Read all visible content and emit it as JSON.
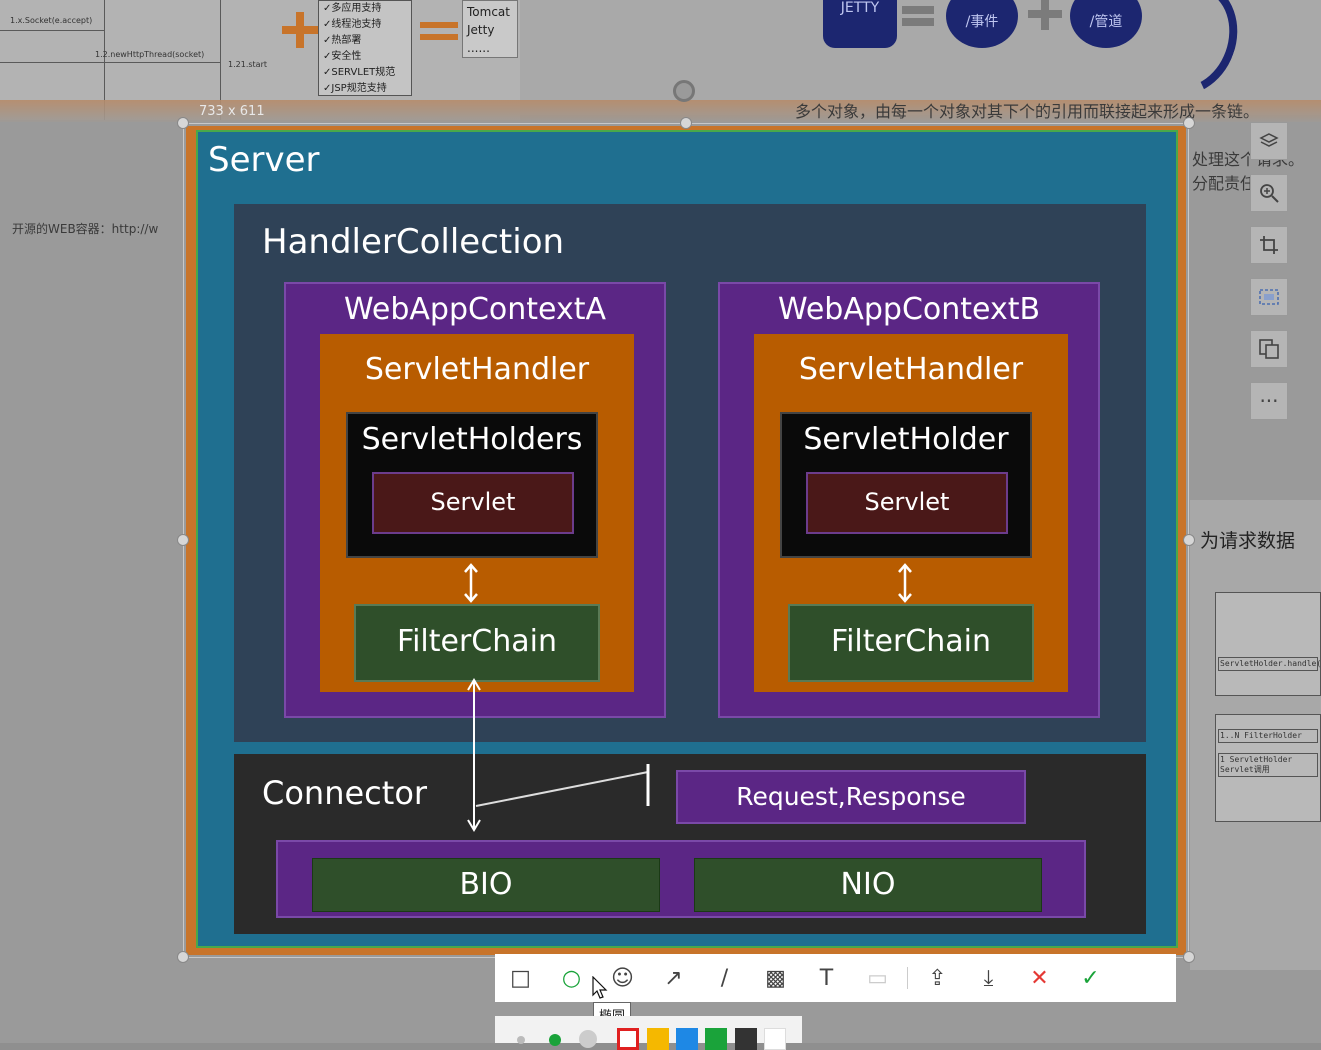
{
  "selection": {
    "size_label": "733 x 611"
  },
  "diagram": {
    "server_title": "Server",
    "handler_collection_title": "HandlerCollection",
    "webapp_a": {
      "title": "WebAppContextA",
      "servlet_handler": "ServletHandler",
      "holders": "ServletHolders",
      "servlet": "Servlet",
      "filter_chain": "FilterChain"
    },
    "webapp_b": {
      "title": "WebAppContextB",
      "servlet_handler": "ServletHandler",
      "holders": "ServletHolder",
      "servlet": "Servlet",
      "filter_chain": "FilterChain"
    },
    "connector": {
      "title": "Connector",
      "request_response": "Request,Response",
      "bio": "BIO",
      "nio": "NIO"
    }
  },
  "background": {
    "left_labels": [
      "1.x.Socket(e.accept)",
      "1.2.newHttpThread(socket)",
      "1.21.start"
    ],
    "features": [
      "✓多应用支持",
      "✓线程池支持",
      "✓热部署",
      "✓安全性",
      "✓SERVLET规范",
      "✓JSP规范支持"
    ],
    "servers": [
      "Tomcat",
      "Jetty",
      "......"
    ],
    "open_source_text": "开源的WEB容器：http://w",
    "circles": [
      "JETTY",
      "/事件",
      "/管道"
    ],
    "chain_text": "多个对象，由每一个对象对其下个的引用而联接起来形成一条链。",
    "right_text_1": "处理这个请求。",
    "right_text_2": "分配责任",
    "right_heading": "为请求数据",
    "mini_boxes": [
      "ServletHolder.handle()",
      "1..N FilterHolder",
      "1 ServletHolder Servlet调用"
    ]
  },
  "toolbar": {
    "tools": [
      {
        "name": "rectangle-tool",
        "glyph": "□"
      },
      {
        "name": "ellipse-tool",
        "glyph": "○"
      },
      {
        "name": "emoji-tool",
        "glyph": "☺"
      },
      {
        "name": "arrow-tool",
        "glyph": "↗"
      },
      {
        "name": "pen-tool",
        "glyph": "/"
      },
      {
        "name": "mosaic-tool",
        "glyph": "▩"
      },
      {
        "name": "text-tool",
        "glyph": "T"
      },
      {
        "name": "eraser-tool",
        "glyph": "▭"
      }
    ],
    "actions": [
      {
        "name": "share-button",
        "glyph": "⇪"
      },
      {
        "name": "download-button",
        "glyph": "⤓"
      },
      {
        "name": "cancel-button",
        "glyph": "✕"
      },
      {
        "name": "confirm-button",
        "glyph": "✓"
      }
    ],
    "tooltip": "椭圆"
  },
  "palette": {
    "colors": [
      "#e02020",
      "#f5b800",
      "#1e88e5",
      "#1aa33a",
      "#333333",
      "#ffffff"
    ],
    "selected": "#e02020"
  },
  "side_tools": [
    "layers-icon",
    "zoom-icon",
    "crop-icon",
    "image-icon",
    "copy-icon",
    "more-icon"
  ]
}
